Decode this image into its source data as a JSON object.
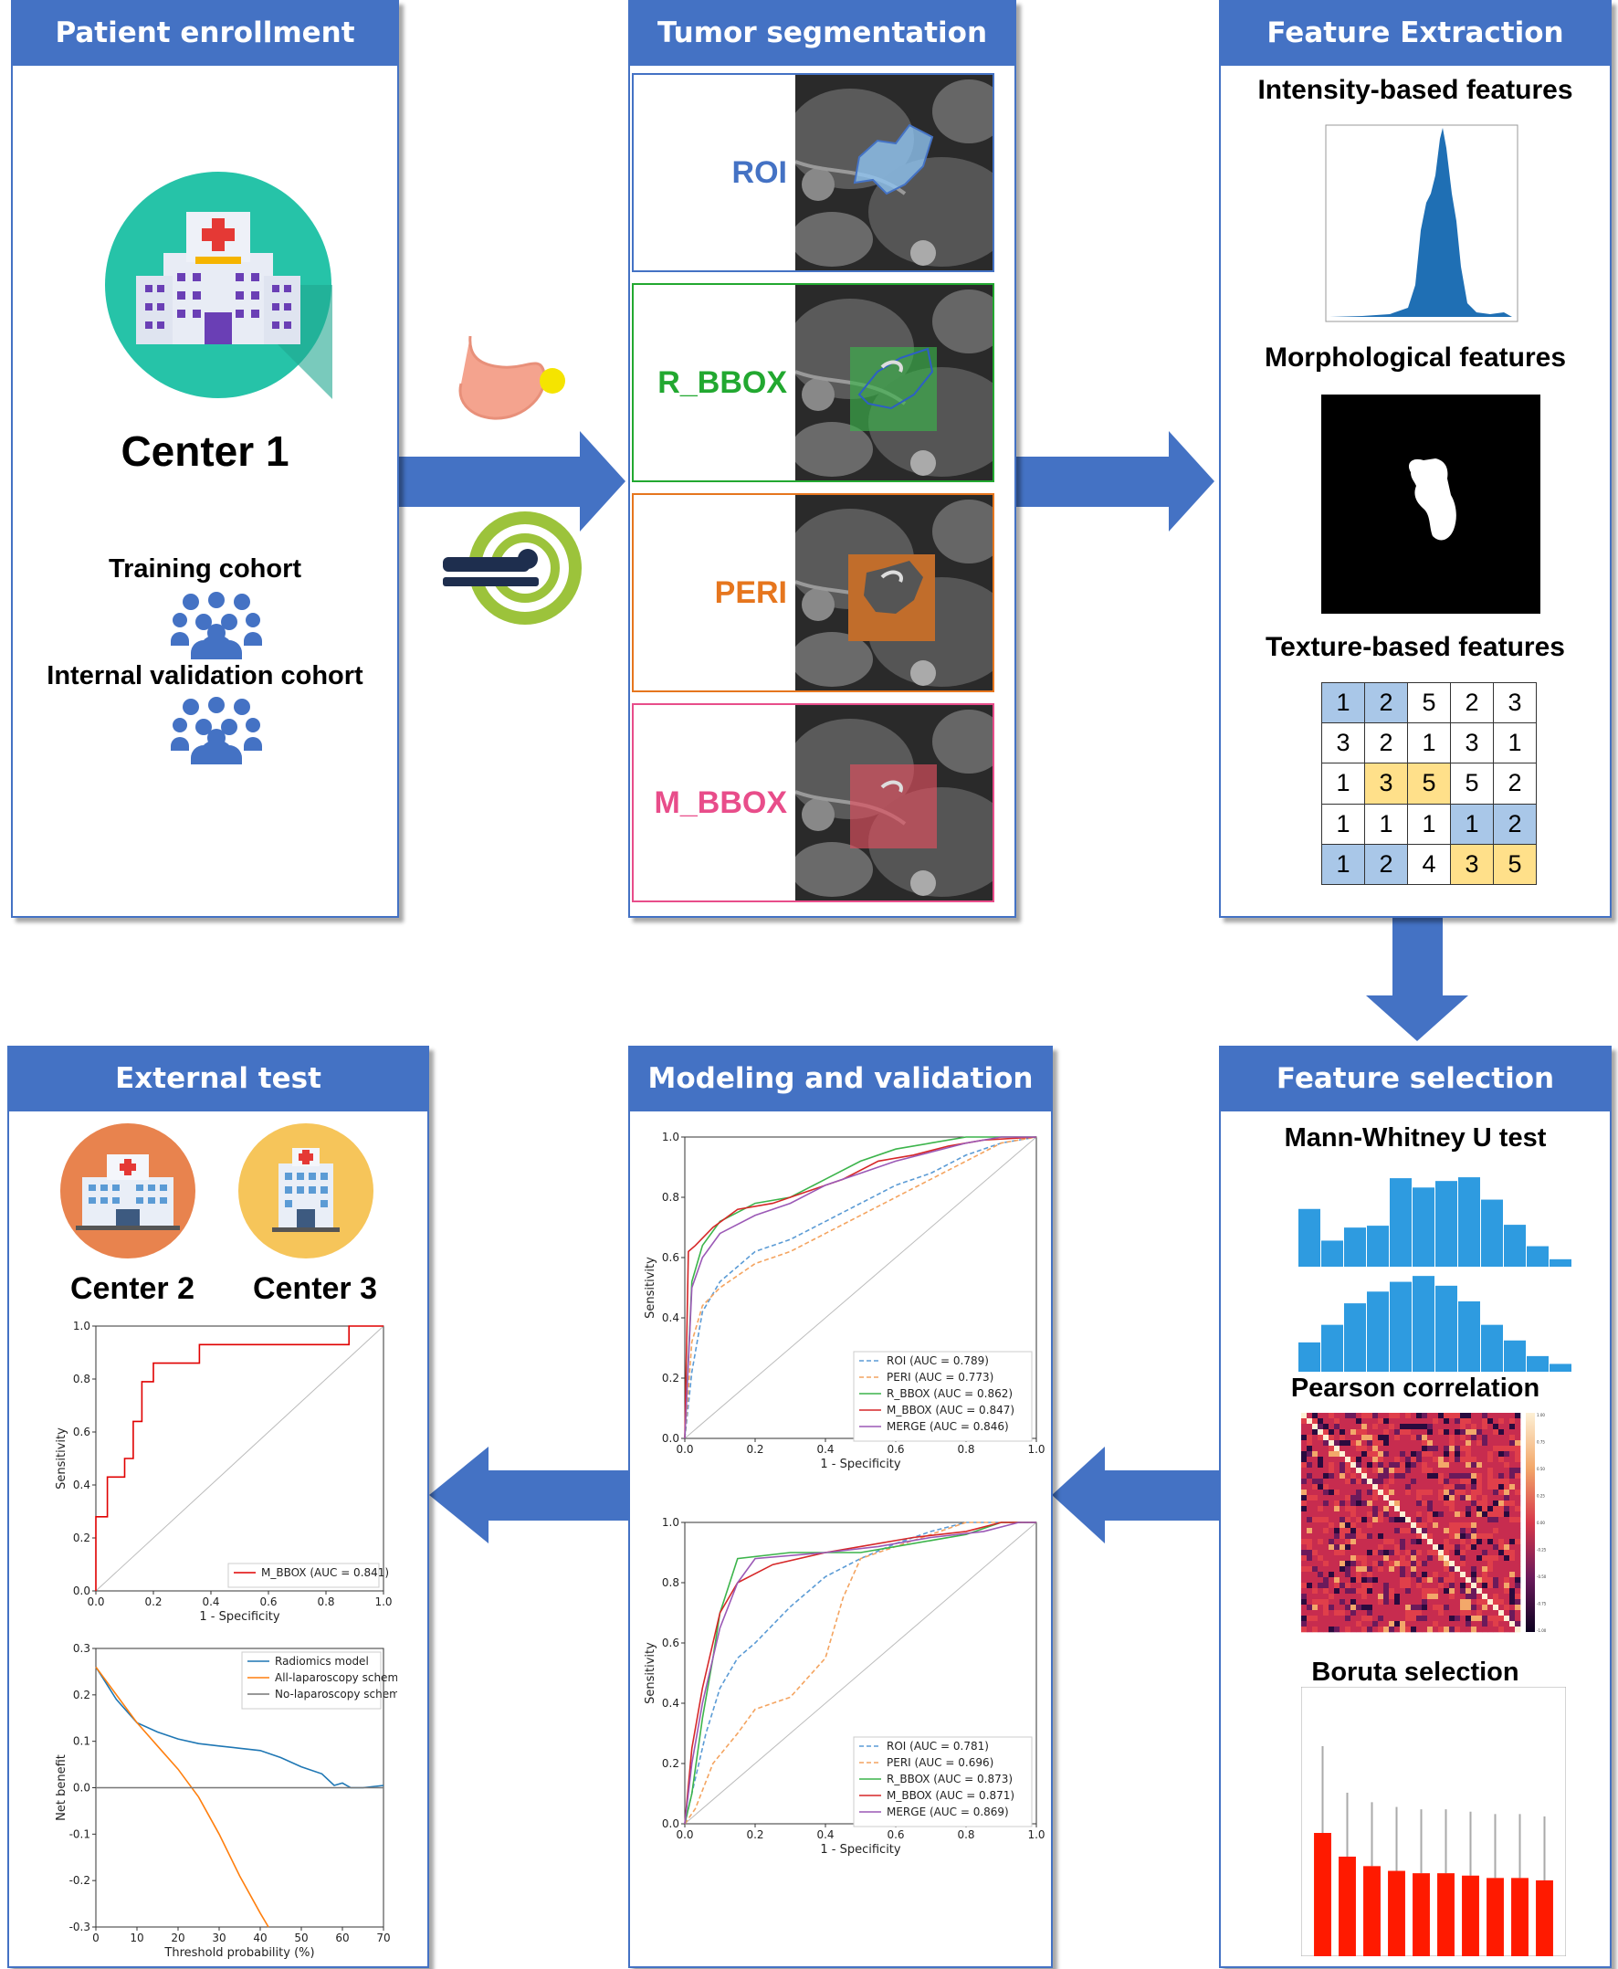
{
  "panels": {
    "enrollment": {
      "title": "Patient enrollment",
      "center": "Center 1",
      "training": "Training cohort",
      "internal": "Internal validation cohort"
    },
    "segmentation": {
      "title": "Tumor segmentation",
      "labels": [
        "ROI",
        "R_BBOX",
        "PERI",
        "M_BBOX"
      ],
      "colors": [
        "#4472c4",
        "#22a830",
        "#e6761e",
        "#e84d8a"
      ]
    },
    "extraction": {
      "title": "Feature Extraction",
      "intensity": "Intensity-based features",
      "morph": "Morphological features",
      "texture": "Texture-based features",
      "matrix": [
        [
          "1",
          "2",
          "5",
          "2",
          "3"
        ],
        [
          "3",
          "2",
          "1",
          "3",
          "1"
        ],
        [
          "1",
          "3",
          "5",
          "5",
          "2"
        ],
        [
          "1",
          "1",
          "1",
          "1",
          "2"
        ],
        [
          "1",
          "2",
          "4",
          "3",
          "5"
        ]
      ]
    },
    "selection": {
      "title": "Feature selection",
      "mann": "Mann-Whitney U test",
      "pearson": "Pearson correlation",
      "boruta": "Boruta selection",
      "hist1": [
        0.62,
        0.28,
        0.42,
        0.44,
        0.95,
        0.85,
        0.92,
        0.96,
        0.72,
        0.45,
        0.22,
        0.08
      ],
      "hist2": [
        0.3,
        0.48,
        0.7,
        0.82,
        0.92,
        0.98,
        0.88,
        0.72,
        0.48,
        0.32,
        0.16,
        0.08
      ],
      "boruta_bars": [
        0.52,
        0.42,
        0.38,
        0.36,
        0.35,
        0.35,
        0.34,
        0.33,
        0.33,
        0.32
      ],
      "colorbar_ticks": [
        "1.00",
        "0.75",
        "0.50",
        "0.25",
        "0.00",
        "-0.25",
        "-0.50",
        "-0.75",
        "-1.00"
      ]
    },
    "modeling": {
      "title": "Modeling and validation"
    },
    "external": {
      "title": "External test",
      "center2": "Center 2",
      "center3": "Center 3"
    }
  },
  "chart_data": [
    {
      "type": "line",
      "xlabel": "1 - Specificity",
      "ylabel": "Sensitivity",
      "xlim": [
        0,
        1
      ],
      "ylim": [
        0,
        1
      ],
      "legend": "lower-right",
      "series": [
        {
          "name": "ROI (AUC = 0.789)",
          "color": "#5b9bd5",
          "dash": true,
          "x": [
            0,
            0.02,
            0.05,
            0.1,
            0.2,
            0.3,
            0.4,
            0.5,
            0.6,
            0.7,
            0.8,
            0.9,
            1
          ],
          "y": [
            0,
            0.22,
            0.42,
            0.52,
            0.62,
            0.66,
            0.72,
            0.78,
            0.84,
            0.88,
            0.94,
            0.98,
            1
          ]
        },
        {
          "name": "PERI (AUC = 0.773)",
          "color": "#f4a460",
          "dash": true,
          "x": [
            0,
            0.02,
            0.05,
            0.1,
            0.2,
            0.3,
            0.4,
            0.5,
            0.6,
            0.7,
            0.8,
            0.9,
            1
          ],
          "y": [
            0,
            0.32,
            0.44,
            0.5,
            0.58,
            0.62,
            0.68,
            0.74,
            0.8,
            0.86,
            0.92,
            0.98,
            1
          ]
        },
        {
          "name": "R_BBOX (AUC = 0.862)",
          "color": "#3cb44b",
          "dash": false,
          "x": [
            0,
            0.02,
            0.05,
            0.1,
            0.2,
            0.3,
            0.4,
            0.5,
            0.6,
            0.7,
            0.8,
            0.9,
            1
          ],
          "y": [
            0,
            0.52,
            0.64,
            0.72,
            0.78,
            0.8,
            0.86,
            0.92,
            0.96,
            0.98,
            1,
            1,
            1
          ]
        },
        {
          "name": "M_BBOX (AUC = 0.847)",
          "color": "#d62728",
          "dash": false,
          "x": [
            0,
            0.01,
            0.03,
            0.08,
            0.15,
            0.25,
            0.35,
            0.45,
            0.55,
            0.65,
            0.75,
            0.85,
            1
          ],
          "y": [
            0,
            0.62,
            0.64,
            0.7,
            0.76,
            0.78,
            0.82,
            0.86,
            0.92,
            0.94,
            0.97,
            0.99,
            1
          ]
        },
        {
          "name": "MERGE (AUC = 0.846)",
          "color": "#9b59b6",
          "dash": false,
          "x": [
            0,
            0.02,
            0.05,
            0.1,
            0.2,
            0.3,
            0.4,
            0.5,
            0.6,
            0.7,
            0.8,
            0.9,
            1
          ],
          "y": [
            0,
            0.5,
            0.6,
            0.68,
            0.74,
            0.78,
            0.84,
            0.88,
            0.92,
            0.95,
            0.98,
            1,
            1
          ]
        }
      ]
    },
    {
      "type": "line",
      "xlabel": "1 - Specificity",
      "ylabel": "Sensitivity",
      "xlim": [
        0,
        1
      ],
      "ylim": [
        0,
        1
      ],
      "legend": "lower-right",
      "series": [
        {
          "name": "ROI (AUC = 0.781)",
          "color": "#5b9bd5",
          "dash": true,
          "x": [
            0,
            0.03,
            0.06,
            0.1,
            0.15,
            0.2,
            0.3,
            0.4,
            0.5,
            0.6,
            0.7,
            0.8,
            1
          ],
          "y": [
            0,
            0.15,
            0.3,
            0.45,
            0.55,
            0.6,
            0.72,
            0.82,
            0.88,
            0.93,
            0.97,
            1,
            1
          ]
        },
        {
          "name": "PERI (AUC = 0.696)",
          "color": "#f4a460",
          "dash": true,
          "x": [
            0,
            0.03,
            0.08,
            0.15,
            0.2,
            0.3,
            0.4,
            0.45,
            0.5,
            0.6,
            0.7,
            0.8,
            1
          ],
          "y": [
            0,
            0.05,
            0.2,
            0.3,
            0.38,
            0.42,
            0.55,
            0.75,
            0.88,
            0.92,
            0.96,
            1,
            1
          ]
        },
        {
          "name": "R_BBOX (AUC = 0.873)",
          "color": "#3cb44b",
          "dash": false,
          "x": [
            0,
            0.02,
            0.05,
            0.08,
            0.1,
            0.15,
            0.3,
            0.5,
            0.6,
            0.7,
            0.8,
            0.9,
            1
          ],
          "y": [
            0,
            0.1,
            0.35,
            0.55,
            0.7,
            0.88,
            0.9,
            0.9,
            0.92,
            0.94,
            0.96,
            1,
            1
          ]
        },
        {
          "name": "M_BBOX (AUC = 0.871)",
          "color": "#d62728",
          "dash": false,
          "x": [
            0,
            0.02,
            0.05,
            0.08,
            0.1,
            0.15,
            0.25,
            0.4,
            0.5,
            0.65,
            0.8,
            0.9,
            1
          ],
          "y": [
            0,
            0.25,
            0.45,
            0.6,
            0.7,
            0.8,
            0.86,
            0.9,
            0.92,
            0.95,
            0.97,
            1,
            1
          ]
        },
        {
          "name": "MERGE (AUC = 0.869)",
          "color": "#9b59b6",
          "dash": false,
          "x": [
            0,
            0.02,
            0.05,
            0.08,
            0.1,
            0.15,
            0.2,
            0.4,
            0.55,
            0.7,
            0.85,
            0.95,
            1
          ],
          "y": [
            0,
            0.2,
            0.4,
            0.55,
            0.65,
            0.8,
            0.88,
            0.9,
            0.92,
            0.95,
            0.97,
            1,
            1
          ]
        }
      ]
    },
    {
      "type": "line",
      "xlabel": "1 - Specificity",
      "ylabel": "Sensitivity",
      "xlim": [
        0,
        1
      ],
      "ylim": [
        0,
        1
      ],
      "legend": "lower-right",
      "series": [
        {
          "name": "M_BBOX (AUC = 0.841)",
          "color": "#e00000",
          "dash": false,
          "x": [
            0,
            0,
            0.04,
            0.04,
            0.1,
            0.1,
            0.13,
            0.13,
            0.16,
            0.16,
            0.2,
            0.2,
            0.36,
            0.36,
            0.88,
            0.88,
            1
          ],
          "y": [
            0,
            0.28,
            0.28,
            0.43,
            0.43,
            0.5,
            0.5,
            0.64,
            0.64,
            0.79,
            0.79,
            0.86,
            0.86,
            0.93,
            0.93,
            1,
            1
          ]
        }
      ]
    },
    {
      "type": "line",
      "xlabel": "Threshold probability (%)",
      "ylabel": "Net benefit",
      "xlim": [
        0,
        70
      ],
      "ylim": [
        -0.3,
        0.3
      ],
      "legend": "top-right",
      "series": [
        {
          "name": "Radiomics model",
          "color": "#1f77b4",
          "x": [
            0,
            5,
            10,
            15,
            20,
            25,
            30,
            35,
            40,
            45,
            50,
            55,
            58,
            60,
            62,
            65,
            70
          ],
          "y": [
            0.26,
            0.19,
            0.14,
            0.12,
            0.105,
            0.095,
            0.09,
            0.085,
            0.08,
            0.065,
            0.045,
            0.03,
            0.005,
            0.01,
            0,
            0,
            0.005
          ]
        },
        {
          "name": "All-laparoscopy scheme",
          "color": "#ff7f0e",
          "x": [
            0,
            5,
            10,
            15,
            20,
            25,
            30,
            35,
            40,
            42
          ],
          "y": [
            0.26,
            0.2,
            0.14,
            0.09,
            0.04,
            -0.02,
            -0.1,
            -0.19,
            -0.27,
            -0.3
          ]
        },
        {
          "name": "No-laparoscopy scheme",
          "color": "#777777",
          "x": [
            0,
            70
          ],
          "y": [
            0,
            0
          ]
        }
      ]
    }
  ]
}
